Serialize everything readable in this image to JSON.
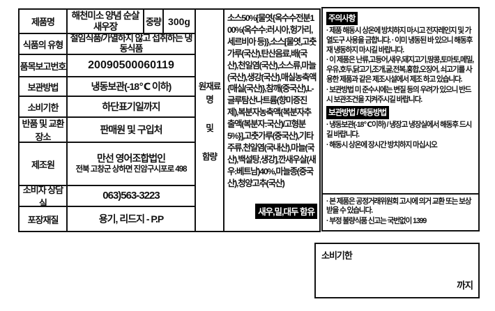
{
  "product_table": {
    "rows": [
      {
        "label": "제품명",
        "value": "해천미소 양념 순살새우장",
        "weight_label": "중량",
        "weight_value": "300g"
      },
      {
        "label": "식품의 유형",
        "value": "절임식품/가열하지 않고 섭취하는 냉동식품"
      },
      {
        "label": "품목보고번호",
        "value": "20090500060119"
      },
      {
        "label": "보관방법",
        "value": "냉동보관(-18℃ 이하)"
      },
      {
        "label": "소비기한",
        "value": "하단표기일까지"
      },
      {
        "label": "반품 및 교환장소",
        "value": "판매원 및 구입처"
      },
      {
        "label": "제조원",
        "value": "만선 영어조합법인",
        "value2": "전북 고창군 상하면 진암구시포로 498"
      },
      {
        "label": "소비자 상담실",
        "value": "063)563-3223"
      },
      {
        "label": "포장재질",
        "value": "용기, 리드지 - P.P"
      }
    ]
  },
  "ingredients": {
    "column_label_line1": "원재료명",
    "column_label_line2": "및",
    "column_label_line3": "함량",
    "text": "소스50%[물엿{옥수수전분100%(옥수수:러시아,헝가리,세르비아 등)},소스[물엿,고춧가루(국산),탄산음료,배(국산),천일염(국산),소스류,마늘(국산),생강(국산),매실농축액{매실(국산)},참깨(중국산),L-글루탐산나트륨(향미증진제),복분자농축액{복분자추출액(복분자:국산)/고형분5%}],고춧가루(중국산),기타주류,천일염(국내산),마늘(국산),백설탕,생강],깐새우살(새우:베트남)40%,마늘종(중국산),청양고추(국산)",
    "allergen_badge": "새우,밀,대두 함유"
  },
  "notice": {
    "caution_title": "주의사항",
    "caution_items": [
      "· 제품 해동시 상온에 방치하지 마시고 전자레인지 및 가열도구 사용을 금합니다. · 이미 냉동된 바 있으니 해동후 재 냉동하지 마시길 바랍니다.",
      "· 이 제품은 난류,고등어,새우,돼지고기,땅콩,토마토,메밀,우유,호두,닭고기,조개,굴,전복,홍합,오징어, 쇠고기를 사용한 제품과 같은 제조시설에서 제조 하고 있습니다.",
      "· 보관방법 미 준수시에는 변질 등의 우려가 있으니 반드시 보관조건을 지켜주시길 바랍니다."
    ],
    "storage_title": "보관방법 / 해동방법",
    "storage_items": [
      "· 냉동보관(-18℃이하) / 냉장고 냉장실에서 해동후 드시길 바랍니다.",
      "· 해동시 상온에 장시간 방치하지 마십시오"
    ],
    "exchange_items": [
      "· 본 제품은 공정거래위원회 고시에 의거 교환 또는 보상 받을 수 있습니다.",
      "· 부정 불량식품 신고는 국번없이 1399"
    ]
  },
  "expiry_box": {
    "label": "소비기한",
    "suffix": "까지"
  },
  "colors": {
    "border": "#111111",
    "badge_bg": "#000000",
    "badge_text": "#ffffff",
    "background": "#ffffff"
  }
}
